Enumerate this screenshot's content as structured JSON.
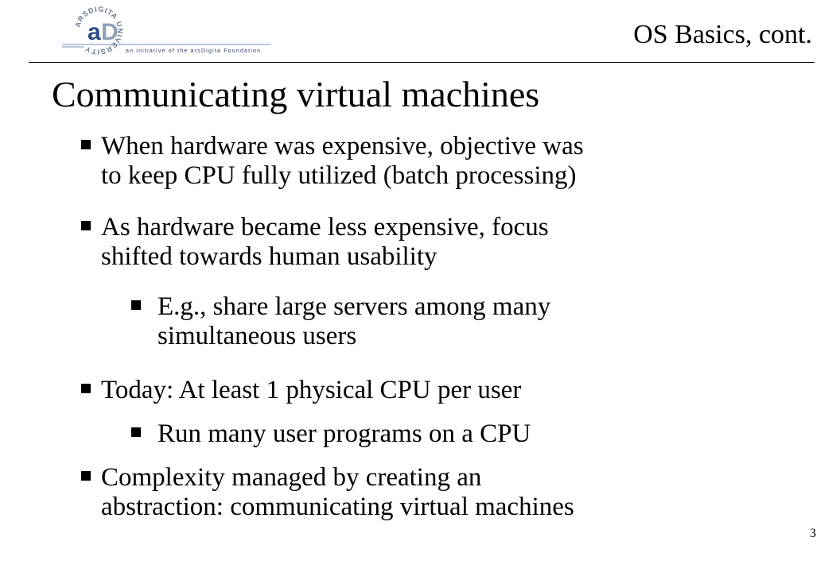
{
  "logo": {
    "ring_text": "ARSDIGITA UNIVERSITY",
    "monogram_a": "a",
    "monogram_d": "D",
    "tagline": "an initiative of the arsDigita Foundation",
    "colors": {
      "a": "#2b4a86",
      "d": "#8fa3b8",
      "line": "#6e8fb8",
      "ring_text": "#6a7a8c"
    }
  },
  "header": {
    "title": "OS Basics, cont."
  },
  "slide": {
    "title": "Communicating virtual machines",
    "bullets": [
      {
        "level": 1,
        "lines": [
          "When hardware was expensive, objective was",
          "to keep CPU fully utilized (batch processing)"
        ]
      },
      {
        "level": 1,
        "lines": [
          "As hardware became less expensive, focus",
          "shifted towards human usability"
        ]
      },
      {
        "level": 2,
        "lines": [
          "E.g., share large servers among many",
          "simultaneous users"
        ]
      },
      {
        "level": 1,
        "lines": [
          "Today: At least 1 physical CPU per user"
        ]
      },
      {
        "level": 2,
        "lines": [
          "Run many user programs on a CPU"
        ]
      },
      {
        "level": 1,
        "lines": [
          "Complexity managed by creating an",
          "abstraction: communicating virtual machines"
        ]
      }
    ]
  },
  "footer": {
    "page_number": "3"
  }
}
